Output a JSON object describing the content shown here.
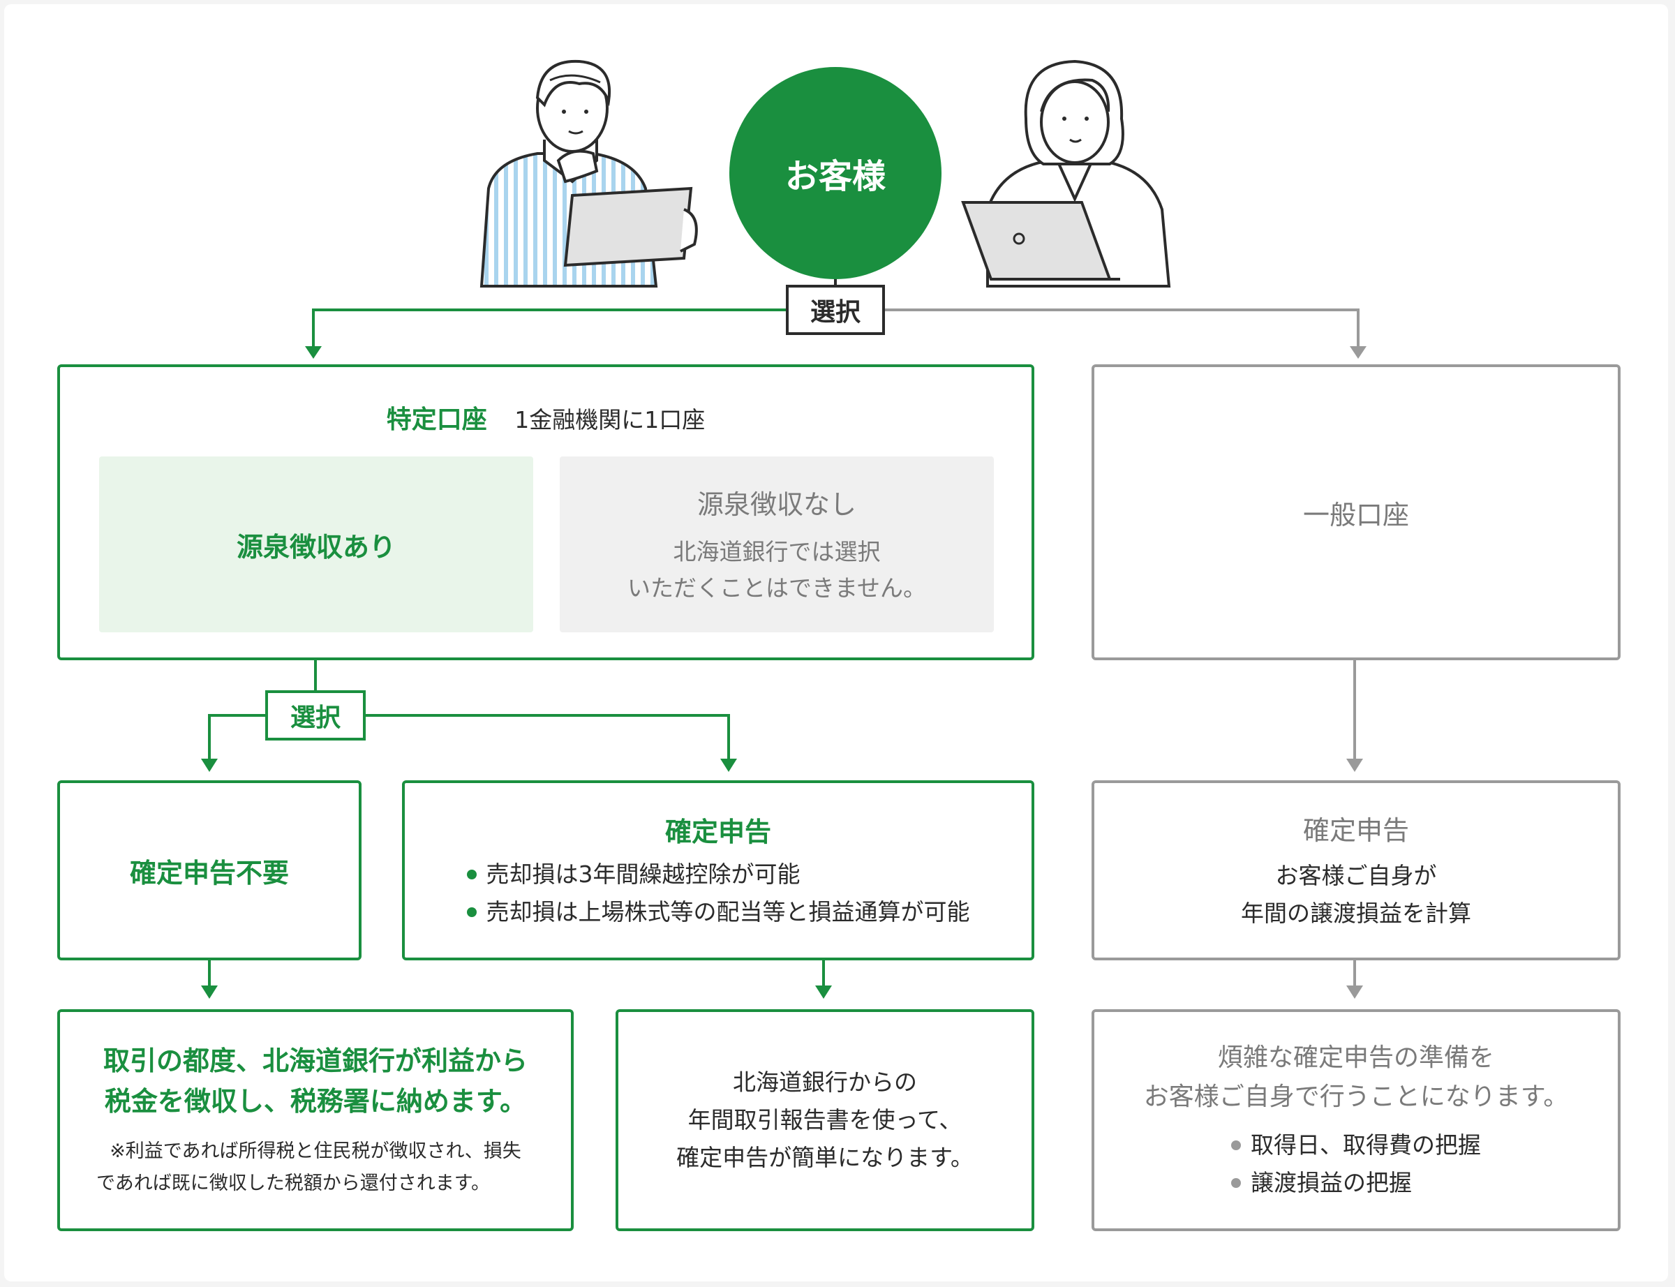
{
  "customer": "お客様",
  "select_label": "選択",
  "tokutei": {
    "title": "特定口座",
    "subtitle": "1金融機関に1口座",
    "with_tax": "源泉徴収あり",
    "without_tax": {
      "title": "源泉徴収なし",
      "note_line1": "北海道銀行では選択",
      "note_line2": "いただくことはできません。"
    }
  },
  "general": {
    "title": "一般口座"
  },
  "no_return": {
    "title": "確定申告不要"
  },
  "return_box": {
    "title": "確定申告",
    "bullets": [
      "売却損は3年間繰越控除が可能",
      "売却損は上場株式等の配当等と損益通算が可能"
    ]
  },
  "general_return": {
    "title": "確定申告",
    "line1": "お客様ご自身が",
    "line2": "年間の譲渡損益を計算"
  },
  "result_left": {
    "line1": "取引の都度、北海道銀行が利益から",
    "line2": "税金を徴収し、税務署に納めます。",
    "note1": "※利益であれば所得税と住民税が徴収され、損失",
    "note2": "であれば既に徴収した税額から還付されます。"
  },
  "result_mid": {
    "line1": "北海道銀行からの",
    "line2": "年間取引報告書を使って、",
    "line3": "確定申告が簡単になります。"
  },
  "result_right": {
    "line1": "煩雑な確定申告の準備を",
    "line2": "お客様ご自身で行うことになります。",
    "bullets": [
      "取得日、取得費の把握",
      "譲渡損益の把握"
    ]
  },
  "colors": {
    "green": "#1a8f3f",
    "gray": "#9a9a9a",
    "light_green": "#e9f5ea",
    "light_gray": "#f0f0f0"
  }
}
